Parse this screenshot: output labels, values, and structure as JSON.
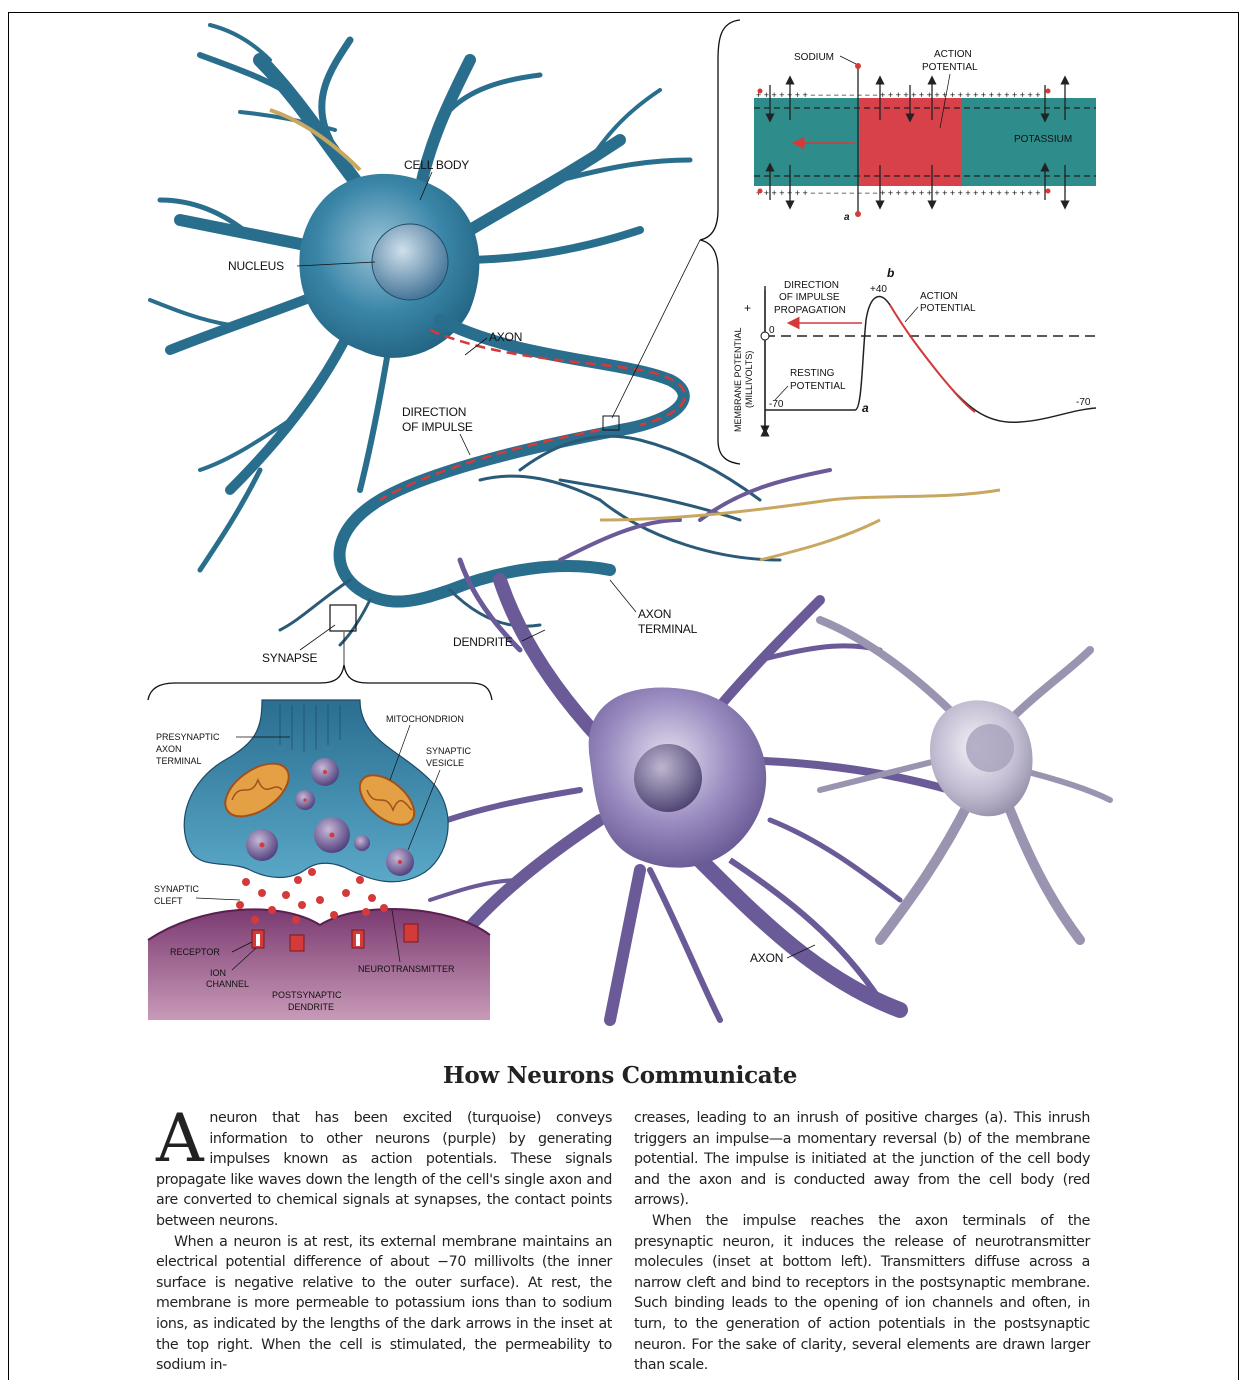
{
  "diagram": {
    "labels": {
      "cell_body": "CELL BODY",
      "nucleus": "NUCLEUS",
      "axon_upper": "AXON",
      "direction_of_impulse": [
        "DIRECTION",
        "OF IMPULSE"
      ],
      "synapse": "SYNAPSE",
      "dendrite": "DENDRITE",
      "axon_terminal": [
        "AXON",
        "TERMINAL"
      ],
      "axon_lower": "AXON"
    },
    "membrane_inset": {
      "sodium": "SODIUM",
      "action_potential": [
        "ACTION",
        "POTENTIAL"
      ],
      "potassium": "POTASSIUM",
      "point_a": "a"
    },
    "graph_inset": {
      "y_axis": [
        "MEMBRANE POTENTIAL",
        "(MILLIVOLTS)"
      ],
      "plus": "+",
      "direction": [
        "DIRECTION",
        "OF IMPULSE",
        "PROPAGATION"
      ],
      "action_potential": [
        "ACTION",
        "POTENTIAL"
      ],
      "resting_potential": [
        "RESTING",
        "POTENTIAL"
      ],
      "peak": "+40",
      "zero": "0",
      "rest_left": "-70",
      "rest_right": "-70",
      "point_a": "a",
      "point_b": "b"
    },
    "synapse_inset": {
      "presynaptic": [
        "PRESYNAPTIC",
        "AXON",
        "TERMINAL"
      ],
      "mitochondrion": "MITOCHONDRION",
      "synaptic_vesicle": [
        "SYNAPTIC",
        "VESICLE"
      ],
      "synaptic_cleft": [
        "SYNAPTIC",
        "CLEFT"
      ],
      "receptor": "RECEPTOR",
      "ion_channel": [
        "ION",
        "CHANNEL"
      ],
      "neurotransmitter": "NEUROTRANSMITTER",
      "postsynaptic": [
        "POSTSYNAPTIC",
        "DENDRITE"
      ]
    },
    "colors": {
      "turquoise_neuron": "#2f7fa0",
      "purple_neuron": "#7a6aa8",
      "red": "#d43a3a",
      "membrane_teal": "#2e8c8a",
      "postsynaptic": "#8a3f7a"
    }
  },
  "article": {
    "title": "How Neurons Communicate",
    "dropcap": "A",
    "p1": " neuron that has been excited (turquoise) conveys information to other neurons (purple) by generating impulses known as action potentials. These signals propagate like waves down the length of the cell's single axon and are converted to chemical signals at synapses, the contact points between neurons.",
    "p2": "When a neuron is at rest, its external membrane maintains an electrical potential difference of about −70 millivolts (the inner surface is negative relative to the outer surface). At rest, the membrane is more permeable to potassium ions than to sodium ions, as indicated by the lengths of the dark arrows in the inset at the top right. When the cell is stimulated, the permeability to sodium in-",
    "p3": "creases, leading to an inrush of positive charges (a). This inrush triggers an impulse—a momentary reversal (b) of the membrane potential. The impulse is initiated at the junction of the cell body and the axon and is conducted away from the cell body (red arrows).",
    "p4": "When the impulse reaches the axon terminals of the presynaptic neuron, it induces the release of neurotransmitter molecules (inset at bottom left). Transmitters diffuse across a narrow cleft and bind to receptors in the postsynaptic membrane. Such binding leads to the opening of ion channels and often, in turn, to the generation of action potentials in the postsynaptic neuron. For the sake of clarity, several elements are drawn larger than scale."
  }
}
